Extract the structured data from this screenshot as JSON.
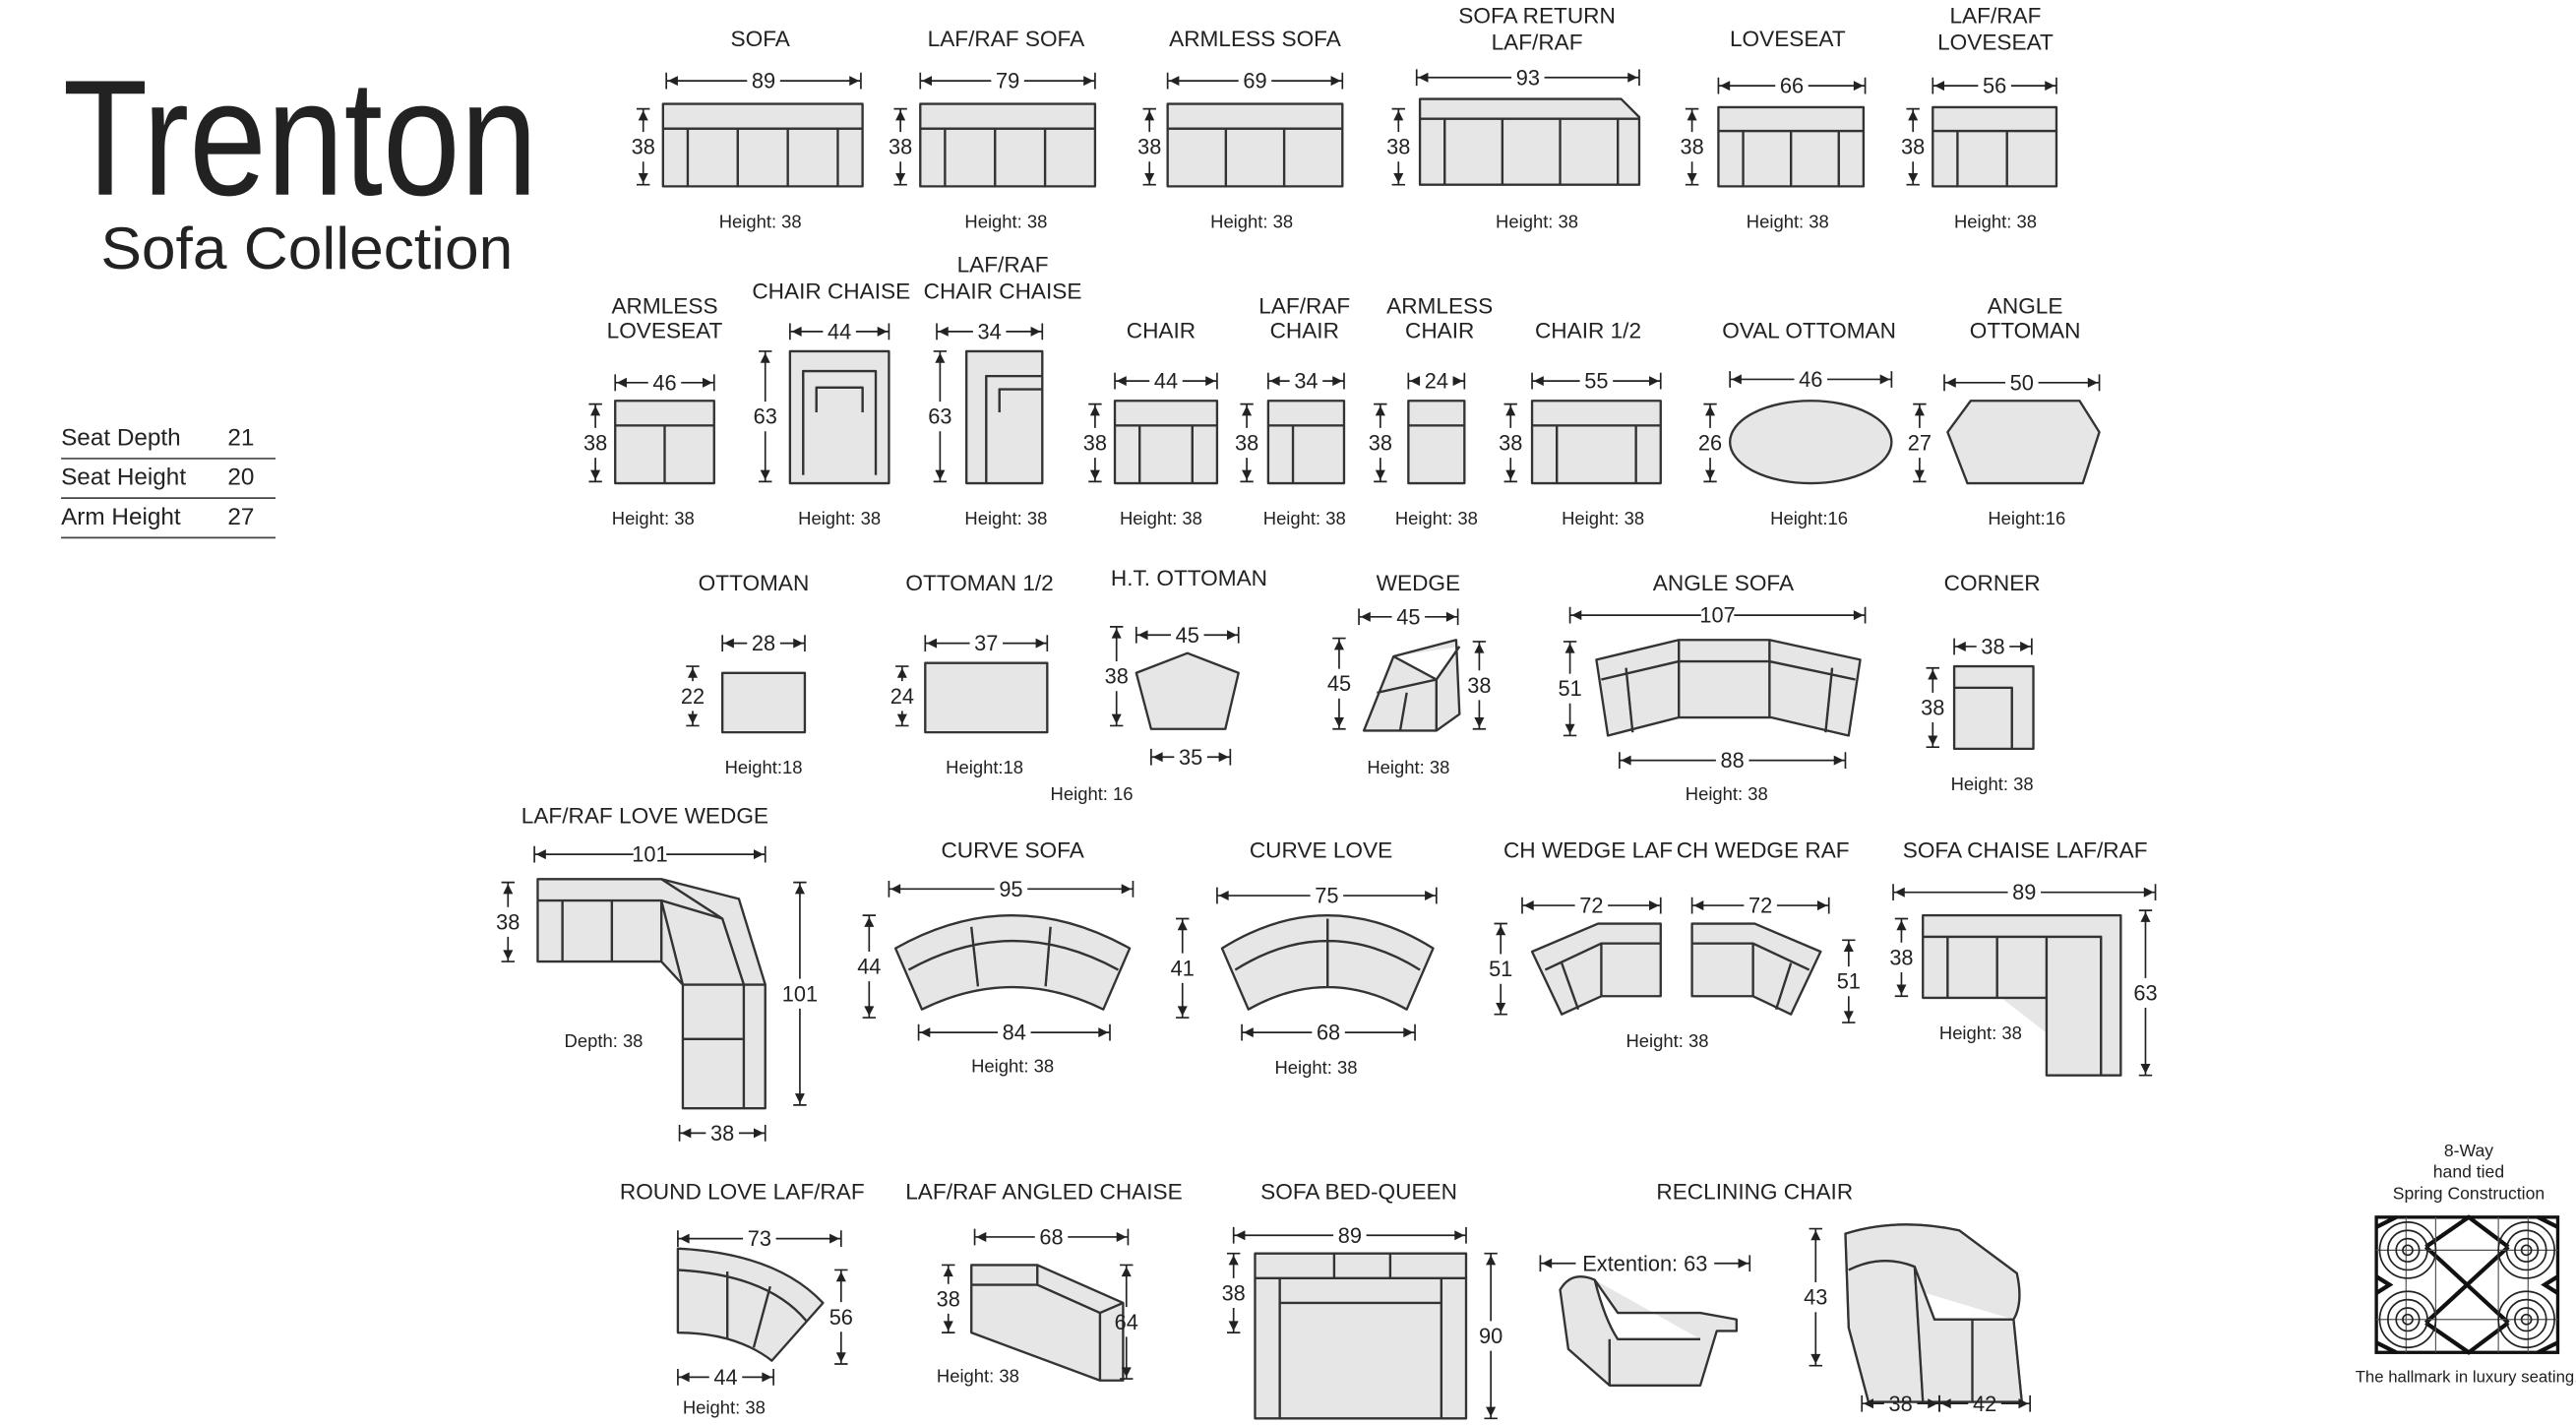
{
  "title": "Trenton",
  "subtitle": "Sofa Collection",
  "specs": [
    {
      "label": "Seat Depth",
      "value": "21"
    },
    {
      "label": "Seat Height",
      "value": "20"
    },
    {
      "label": "Arm Height",
      "value": "27"
    }
  ],
  "items": [
    {
      "label": [
        "SOFA"
      ],
      "dims": {
        "w": "89",
        "d": "38"
      },
      "height": "Height: 38"
    },
    {
      "label": [
        "LAF/RAF  SOFA"
      ],
      "dims": {
        "w": "79",
        "d": "38"
      },
      "height": "Height: 38"
    },
    {
      "label": [
        "ARMLESS  SOFA"
      ],
      "dims": {
        "w": "69",
        "d": "38"
      },
      "height": "Height: 38"
    },
    {
      "label": [
        "SOFA RETURN",
        "LAF/RAF"
      ],
      "dims": {
        "w": "93",
        "d": "38"
      },
      "height": "Height: 38"
    },
    {
      "label": [
        "LOVESEAT"
      ],
      "dims": {
        "w": "66",
        "d": "38"
      },
      "height": "Height: 38"
    },
    {
      "label": [
        "LAF/RAF",
        "LOVESEAT"
      ],
      "dims": {
        "w": "56",
        "d": "38"
      },
      "height": "Height: 38"
    },
    {
      "label": [
        "ARMLESS",
        "LOVESEAT"
      ],
      "dims": {
        "w": "46",
        "d": "38"
      },
      "height": "Height: 38"
    },
    {
      "label": [
        "CHAIR CHAISE"
      ],
      "dims": {
        "w": "44",
        "d": "63"
      },
      "height": "Height: 38"
    },
    {
      "label": [
        "LAF/RAF",
        "CHAIR CHAISE"
      ],
      "dims": {
        "w": "34",
        "d": "63"
      },
      "height": "Height: 38"
    },
    {
      "label": [
        "CHAIR"
      ],
      "dims": {
        "w": "44",
        "d": "38"
      },
      "height": "Height: 38"
    },
    {
      "label": [
        "LAF/RAF",
        "CHAIR"
      ],
      "dims": {
        "w": "34",
        "d": "38"
      },
      "height": "Height: 38"
    },
    {
      "label": [
        "ARMLESS",
        "CHAIR"
      ],
      "dims": {
        "w": "24",
        "d": "38"
      },
      "height": "Height: 38"
    },
    {
      "label": [
        "CHAIR 1/2"
      ],
      "dims": {
        "w": "55",
        "d": "38"
      },
      "height": "Height: 38"
    },
    {
      "label": [
        "OVAL OTTOMAN"
      ],
      "dims": {
        "w": "46",
        "d": "26"
      },
      "height": "Height:16"
    },
    {
      "label": [
        "ANGLE",
        "OTTOMAN"
      ],
      "dims": {
        "w": "50",
        "d": "27"
      },
      "height": "Height:16"
    },
    {
      "label": [
        "OTTOMAN"
      ],
      "dims": {
        "w": "28",
        "d": "22"
      },
      "height": "Height:18"
    },
    {
      "label": [
        "OTTOMAN 1/2"
      ],
      "dims": {
        "w": "37",
        "d": "24"
      },
      "height": "Height:18"
    },
    {
      "label": [
        "H.T. OTTOMAN"
      ],
      "dims": {
        "w": "45",
        "d": "38",
        "w2": "35"
      },
      "height": "Height: 16"
    },
    {
      "label": [
        "WEDGE"
      ],
      "dims": {
        "w": "45",
        "d": "45",
        "d2": "38"
      },
      "height": "Height: 38"
    },
    {
      "label": [
        "ANGLE SOFA"
      ],
      "dims": {
        "w": "107",
        "d": "51",
        "w2": "88"
      },
      "height": "Height: 38"
    },
    {
      "label": [
        "CORNER"
      ],
      "dims": {
        "w": "38",
        "d": "38"
      },
      "height": "Height: 38"
    },
    {
      "label": [
        "LAF/RAF LOVE WEDGE"
      ],
      "dims": {
        "w": "101",
        "d": "38",
        "d2": "101",
        "w2": "38"
      },
      "height": "Depth: 38"
    },
    {
      "label": [
        "CURVE SOFA"
      ],
      "dims": {
        "w": "95",
        "d": "44",
        "w2": "84"
      },
      "height": "Height: 38"
    },
    {
      "label": [
        "CURVE LOVE"
      ],
      "dims": {
        "w": "75",
        "d": "41",
        "w2": "68"
      },
      "height": "Height: 38"
    },
    {
      "label": [
        "CH WEDGE LAF"
      ],
      "dims": {
        "w": "72",
        "d": "51"
      },
      "height": "Height: 38"
    },
    {
      "label": [
        "CH WEDGE RAF"
      ],
      "dims": {
        "w": "72",
        "d": "51"
      }
    },
    {
      "label": [
        "SOFA CHAISE LAF/RAF"
      ],
      "dims": {
        "w": "89",
        "d": "38",
        "d2": "63"
      },
      "height": "Height: 38"
    },
    {
      "label": [
        "ROUND LOVE LAF/RAF"
      ],
      "dims": {
        "w": "73",
        "d": "56",
        "w2": "44"
      },
      "height": "Height: 38"
    },
    {
      "label": [
        "LAF/RAF ANGLED CHAISE"
      ],
      "dims": {
        "w": "68",
        "d": "38",
        "d2": "64"
      },
      "height": "Height: 38"
    },
    {
      "label": [
        "SOFA BED-QUEEN"
      ],
      "dims": {
        "w": "89",
        "d": "38",
        "d2": "90"
      }
    },
    {
      "label": [
        "RECLINING CHAIR"
      ],
      "dims": {
        "ext": "Extention: 63",
        "d": "43",
        "w": "38",
        "w2": "42"
      }
    }
  ],
  "spring": {
    "lines": [
      "8-Way",
      "hand tied",
      "Spring Construction"
    ],
    "caption": "The hallmark in luxury seating."
  }
}
